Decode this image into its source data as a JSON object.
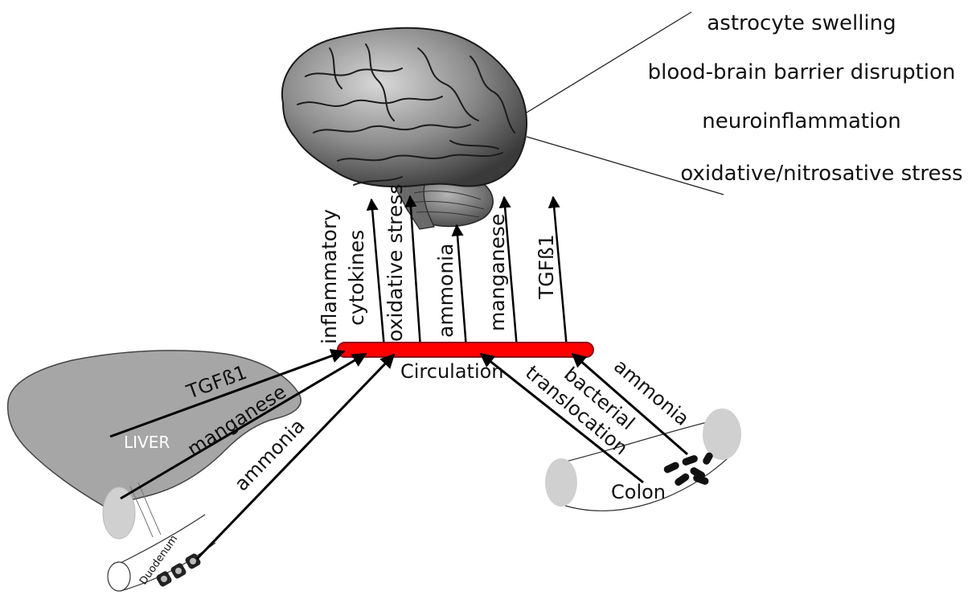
{
  "effects": [
    "astrocyte swelling",
    "blood-brain barrier disruption",
    "neuroinflammation",
    "oxidative/nitrosative stress"
  ],
  "brain_factors": [
    "inflammatory",
    "cytokines",
    "oxidative stress",
    "ammonia",
    "manganese",
    "TGFß1"
  ],
  "circulation_label": "Circulation",
  "liver": {
    "label": "LIVER",
    "tgf_label": "TGFß1",
    "manganese_label": "manganese",
    "ammonia_label": "ammonia",
    "duodenum_label": "Duodenum"
  },
  "colon": {
    "label": "Colon",
    "bacterial_label": "bacterial",
    "translocation_label": "translocation",
    "ammonia_label": "ammonia"
  },
  "colors": {
    "circulation": "#ff0000",
    "circulation_outline": "#8a1020",
    "liver": "#a6a6a6",
    "tissue_gray": "#d0d0d0",
    "brain": "#7a7a7a",
    "arrow": "#000000"
  }
}
